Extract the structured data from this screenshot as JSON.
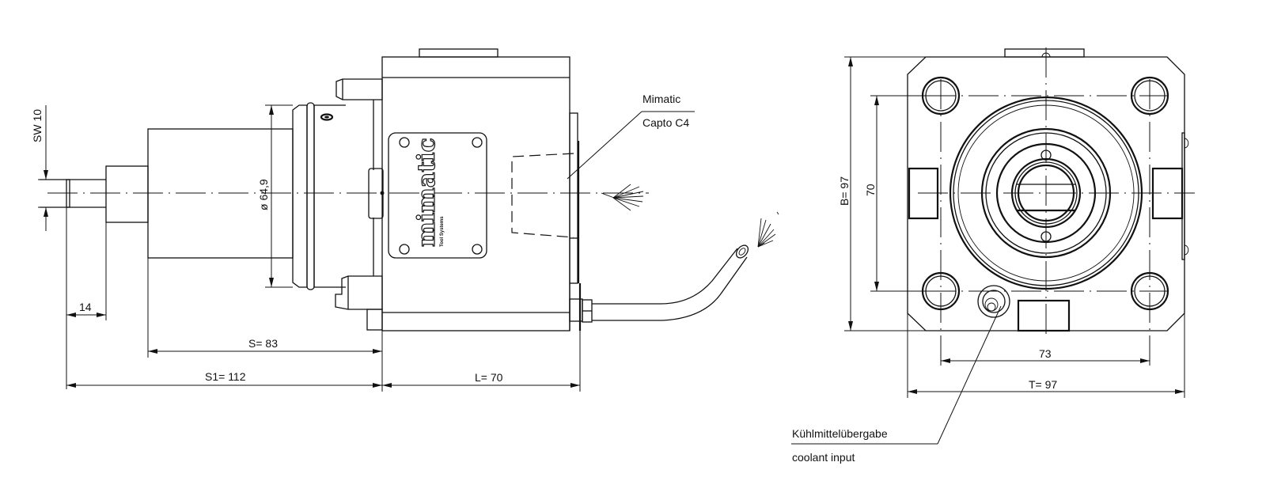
{
  "drawing": {
    "title": "Mimatic Capto C4 driven tool holder — dimension drawing",
    "side_view": {
      "dimensions": {
        "wrench_size": "SW  10",
        "shaft_length": "14",
        "flange_diameter": "ø 64,9",
        "S": "S=  83",
        "S1": "S1=  112",
        "L": "L=  70"
      },
      "callout": {
        "line1": "Mimatic",
        "line2": "Capto C4"
      },
      "logo": {
        "brand": "mimatic",
        "tagline": "Tool Systems"
      }
    },
    "front_view": {
      "dimensions": {
        "B": "B=  97",
        "bolt_spacing_vertical": "70",
        "bolt_spacing_horizontal": "73",
        "T": "T=  97"
      },
      "callout": {
        "line1": "Kühlmittelübergabe",
        "line2": "coolant input"
      }
    }
  }
}
